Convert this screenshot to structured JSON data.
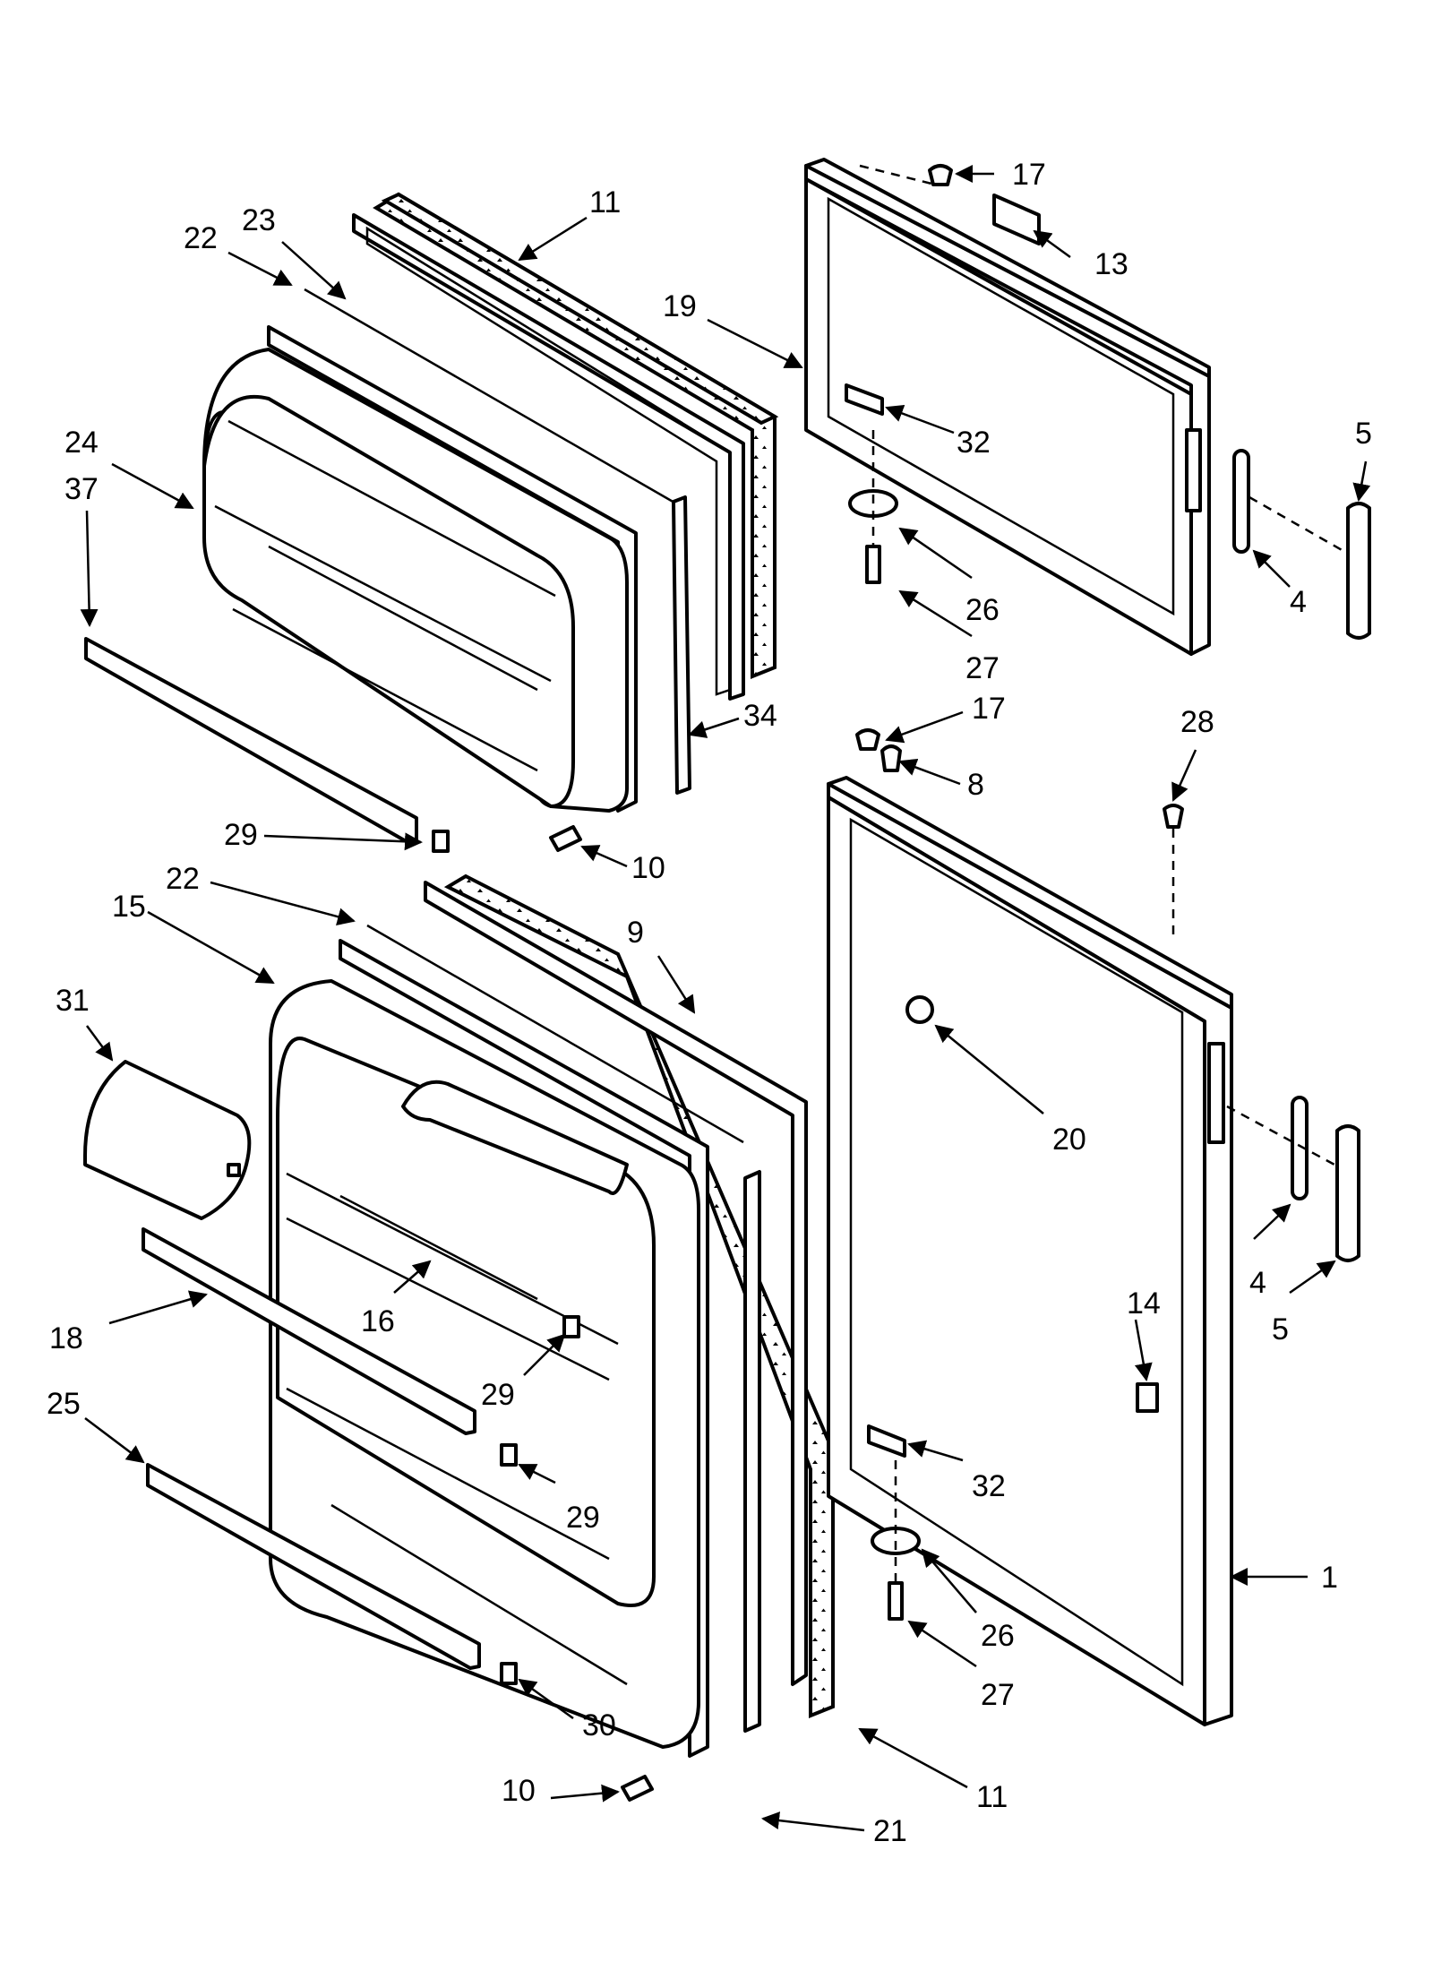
{
  "diagram": {
    "type": "exploded parts diagram",
    "callouts": [
      {
        "id": "c1",
        "label": "1"
      },
      {
        "id": "c4a",
        "label": "4"
      },
      {
        "id": "c4b",
        "label": "4"
      },
      {
        "id": "c5a",
        "label": "5"
      },
      {
        "id": "c5b",
        "label": "5"
      },
      {
        "id": "c8",
        "label": "8"
      },
      {
        "id": "c9",
        "label": "9"
      },
      {
        "id": "c10a",
        "label": "10"
      },
      {
        "id": "c10b",
        "label": "10"
      },
      {
        "id": "c11a",
        "label": "11"
      },
      {
        "id": "c11b",
        "label": "11"
      },
      {
        "id": "c13",
        "label": "13"
      },
      {
        "id": "c14",
        "label": "14"
      },
      {
        "id": "c15",
        "label": "15"
      },
      {
        "id": "c16",
        "label": "16"
      },
      {
        "id": "c17a",
        "label": "17"
      },
      {
        "id": "c17b",
        "label": "17"
      },
      {
        "id": "c18",
        "label": "18"
      },
      {
        "id": "c19",
        "label": "19"
      },
      {
        "id": "c20",
        "label": "20"
      },
      {
        "id": "c21",
        "label": "21"
      },
      {
        "id": "c22a",
        "label": "22"
      },
      {
        "id": "c22b",
        "label": "22"
      },
      {
        "id": "c23",
        "label": "23"
      },
      {
        "id": "c24",
        "label": "24"
      },
      {
        "id": "c25",
        "label": "25"
      },
      {
        "id": "c26a",
        "label": "26"
      },
      {
        "id": "c26b",
        "label": "26"
      },
      {
        "id": "c27a",
        "label": "27"
      },
      {
        "id": "c27b",
        "label": "27"
      },
      {
        "id": "c28",
        "label": "28"
      },
      {
        "id": "c29a",
        "label": "29"
      },
      {
        "id": "c29b",
        "label": "29"
      },
      {
        "id": "c29c",
        "label": "29"
      },
      {
        "id": "c30",
        "label": "30"
      },
      {
        "id": "c31",
        "label": "31"
      },
      {
        "id": "c32a",
        "label": "32"
      },
      {
        "id": "c32b",
        "label": "32"
      },
      {
        "id": "c34",
        "label": "34"
      },
      {
        "id": "c37",
        "label": "37"
      }
    ]
  }
}
